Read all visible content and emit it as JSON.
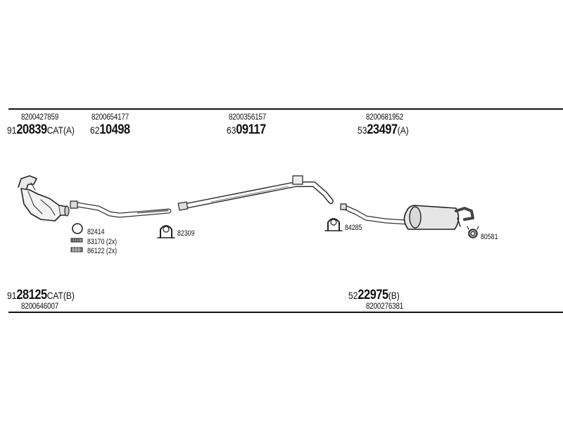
{
  "groups": {
    "catalyst": {
      "oe": "8200427859",
      "prefix": "91",
      "number": "20839",
      "suffix": "CAT(A)"
    },
    "front_pipe": {
      "oe": "8200654177",
      "prefix": "62",
      "number": "10498",
      "suffix": ""
    },
    "middle_pipe": {
      "oe": "8200356157",
      "prefix": "63",
      "number": "09117",
      "suffix": ""
    },
    "rear_silencer": {
      "oe": "8200681952",
      "prefix": "53",
      "number": "23497",
      "suffix": "(A)"
    },
    "catalyst_b": {
      "oe": "8200646007",
      "prefix": "91",
      "number": "28125",
      "suffix": "CAT(B)"
    },
    "rear_silencer_b": {
      "oe": "8200276381",
      "prefix": "52",
      "number": "22975",
      "suffix": "(B)"
    }
  },
  "small_parts": {
    "ring": "82414",
    "bolt": "83170 (2x)",
    "spring": "86122 (2x)",
    "clamp_front": "82309",
    "clamp_rear": "84285",
    "rubber_mount": "80581"
  }
}
